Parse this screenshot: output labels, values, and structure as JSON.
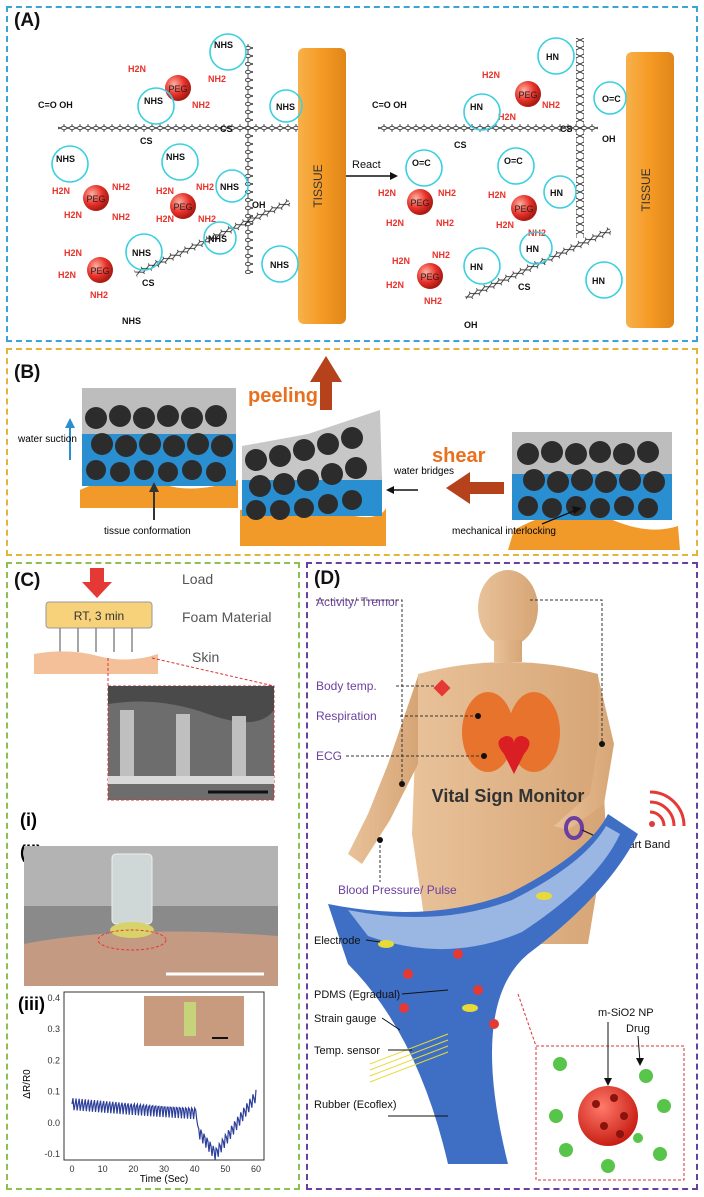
{
  "panelA": {
    "label": "(A)",
    "cs": "CS",
    "peg": "PEG",
    "nh2": "NH2",
    "h2n": "H2N",
    "cooh": "C=O OH",
    "nhs": "NHS",
    "c_o": "C=O",
    "react": "React",
    "tissue": "TISSUE",
    "hn": "HN",
    "o_c": "O=C",
    "oh": "OH"
  },
  "panelB": {
    "label": "(B)",
    "peeling": "peeling",
    "shear": "shear",
    "water_suction": "water suction",
    "tissue_conformation": "tissue conformation",
    "water_bridges": "water bridges",
    "mechanical_interlocking": "mechanical interlocking"
  },
  "panelC": {
    "label": "(C)",
    "load": "Load",
    "rt": "RT, 3 min",
    "foam": "Foam Material",
    "skin": "Skin",
    "i": "(i)",
    "ii": "(ii)",
    "iii": "(iii)",
    "ylabel": "ΔR/R0",
    "xlabel": "Time (Sec)",
    "xticks": [
      "0",
      "10",
      "20",
      "30",
      "40",
      "50",
      "60"
    ],
    "yticks": [
      "0.4",
      "0.3",
      "0.2",
      "0.1",
      "0.0",
      "-0.1"
    ]
  },
  "panelD": {
    "label": "(D)",
    "activity": "Activity/ Tremor",
    "body_temp": "Body temp.",
    "respiration": "Respiration",
    "ecg": "ECG",
    "vital": "Vital Sign Monitor",
    "smart_band": "Smart Band",
    "bp": "Blood Pressure/ Pulse",
    "electrode": "Electrode",
    "pdms": "PDMS (Egradual)",
    "strain": "Strain gauge",
    "temp": "Temp. sensor",
    "rubber": "Rubber (Ecoflex)",
    "msio2": "m-SiO2 NP",
    "drug": "Drug"
  },
  "colors": {
    "panelA_border": "#3aa6d8",
    "panelB_border": "#e3b53a",
    "panelC_border": "#8cc152",
    "panelD_border": "#6b3fa0",
    "peg": "#e8322b",
    "tissue": "#f5a02c",
    "water": "#2a8fd0",
    "arrow": "#b5421a",
    "label_purple": "#6b3fa0"
  }
}
